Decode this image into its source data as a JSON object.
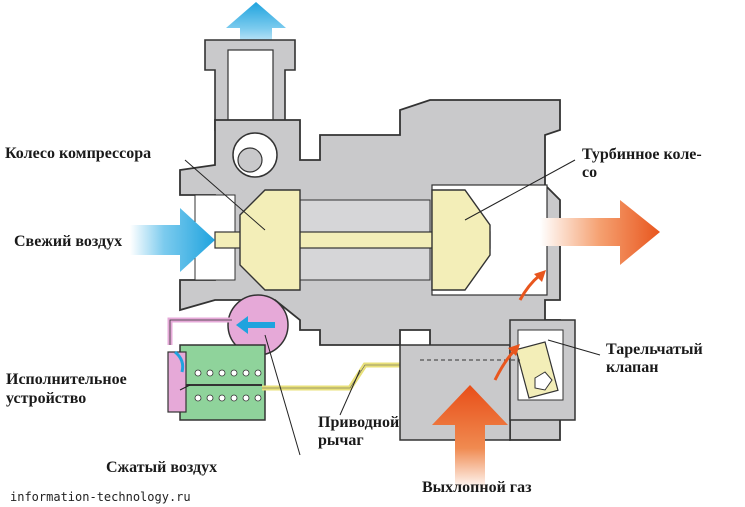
{
  "labels": {
    "compressor_wheel": "Колесо компрессора",
    "turbine_wheel_1": "Турбинное коле-",
    "turbine_wheel_2": "со",
    "fresh_air": "Свежий воздух",
    "actuator_1": "Исполнительное",
    "actuator_2": "устройство",
    "lever_1": "Приводной",
    "lever_2": "рычаг",
    "compressed_air": "Сжатый воздух",
    "valve_1": "Тарельчатый",
    "valve_2": "клапан",
    "exhaust": "Выхлопной газ"
  },
  "watermark": "information-technology.ru",
  "colors": {
    "housing": "#c9c9cb",
    "wheel": "#f3eeb8",
    "air": "#29a9e0",
    "exhaust": "#e8561e",
    "actuator": "#8fd39b",
    "pink": "#e6a9d8"
  }
}
